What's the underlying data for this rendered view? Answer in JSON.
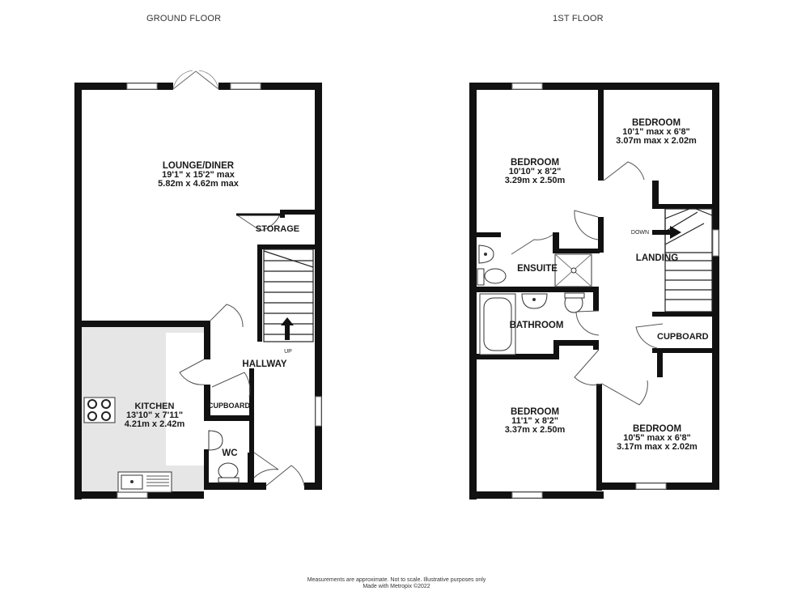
{
  "floors": {
    "ground": {
      "title": "GROUND FLOOR"
    },
    "first": {
      "title": "1ST FLOOR"
    }
  },
  "rooms": {
    "lounge": {
      "name": "LOUNGE/DINER",
      "dim_imperial": "19'1\"  x 15'2\" max",
      "dim_metric": "5.82m  x 4.62m max"
    },
    "storage": {
      "name": "STORAGE"
    },
    "hallway": {
      "name": "HALLWAY"
    },
    "kitchen": {
      "name": "KITCHEN",
      "dim_imperial": "13'10\"  x 7'11\"",
      "dim_metric": "4.21m  x 2.42m"
    },
    "cupboard_ground": {
      "name": "CUPBOARD"
    },
    "wc": {
      "name": "WC"
    },
    "bedroom1": {
      "name": "BEDROOM",
      "dim_imperial": "10'10\"  x 8'2\"",
      "dim_metric": "3.29m  x 2.50m"
    },
    "bedroom2": {
      "name": "BEDROOM",
      "dim_imperial": "10'1\" max x 6'8\"",
      "dim_metric": "3.07m max x 2.02m"
    },
    "ensuite": {
      "name": "ENSUITE"
    },
    "landing": {
      "name": "LANDING"
    },
    "bathroom": {
      "name": "BATHROOM"
    },
    "cupboard_first": {
      "name": "CUPBOARD"
    },
    "bedroom3": {
      "name": "BEDROOM",
      "dim_imperial": "11'1\"  x 8'2\"",
      "dim_metric": "3.37m  x 2.50m"
    },
    "bedroom4": {
      "name": "BEDROOM",
      "dim_imperial": "10'5\" max x 6'8\"",
      "dim_metric": "3.17m max x 2.02m"
    }
  },
  "stairs": {
    "up_label": "UP",
    "down_label": "DOWN"
  },
  "footer": {
    "line1": "Measurements are approximate.  Not to scale.  Illustrative purposes only",
    "line2": "Made with Metropix ©2022"
  }
}
